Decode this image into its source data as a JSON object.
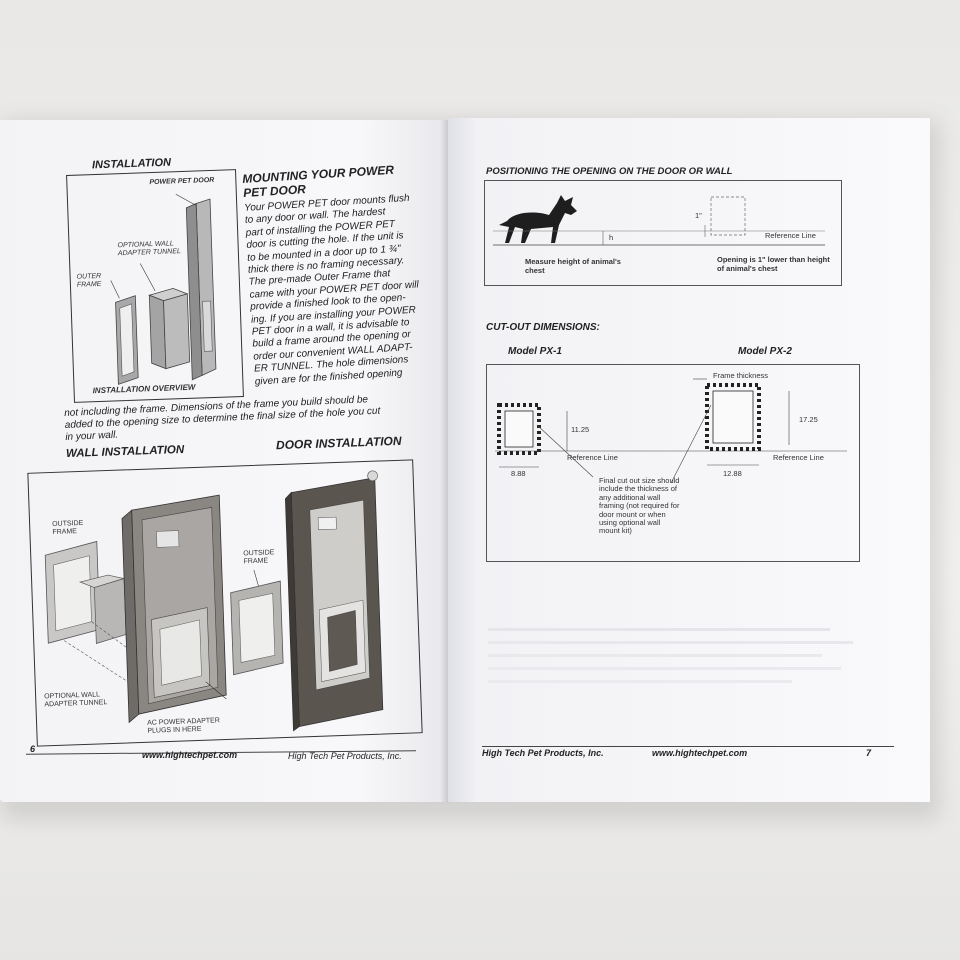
{
  "left_page": {
    "installation_heading": "INSTALLATION",
    "overview_caption": "INSTALLATION OVERVIEW",
    "overview_labels": {
      "power_pet_door": "POWER PET DOOR",
      "optional_tunnel": "OPTIONAL WALL ADAPTER TUNNEL",
      "outer_frame": "OUTER FRAME"
    },
    "mounting_title_line1": "MOUNTING YOUR POWER",
    "mounting_title_line2": "PET DOOR",
    "body_lines": [
      "Your POWER PET door mounts flush",
      "to any door or wall.  The hardest",
      "part of installing the POWER PET",
      "door is cutting the hole.  If the unit is",
      "to be mounted in a door up to 1 ¾\"",
      "thick there is no framing necessary.",
      "The pre-made Outer Frame that",
      "came with your POWER PET door will",
      "provide a finished look to the open-",
      "ing.  If you are installing your POWER",
      "PET door in a wall, it is advisable to",
      "build a frame around the opening or",
      "order our convenient WALL ADAPT-",
      "ER TUNNEL.  The hole dimensions",
      "given are for the finished opening"
    ],
    "body_tail_lines": [
      "not including the frame.  Dimensions of the frame you build should be",
      "added to the opening size to determine the final size of the hole you cut",
      "in your wall."
    ],
    "wall_installation_heading": "WALL INSTALLATION",
    "door_installation_heading": "DOOR INSTALLATION",
    "wall_labels": {
      "outside_frame": "OUTSIDE FRAME",
      "optional_tunnel": "OPTIONAL WALL ADAPTER TUNNEL",
      "ac_power": "AC POWER ADAPTER PLUGS IN HERE"
    },
    "door_labels": {
      "outside_frame": "OUTSIDE FRAME"
    },
    "footer": {
      "page_number": "6",
      "website": "www.hightechpet.com",
      "company": "High Tech Pet Products, Inc."
    }
  },
  "right_page": {
    "positioning_heading": "POSITIONING THE OPENING ON THE DOOR OR WALL",
    "positioning_labels": {
      "h": "h",
      "one_inch": "1\"",
      "reference_line": "Reference Line",
      "measure": "Measure height of animal's chest",
      "opening": "Opening is 1\" lower than height of animal's chest"
    },
    "cutout_heading": "CUT-OUT DIMENSIONS:",
    "model1": "Model PX-1",
    "model2": "Model PX-2",
    "cutout_labels": {
      "frame_thickness": "Frame thickness",
      "px1_height": "11.25",
      "px1_width": "8.88",
      "px2_height": "17.25",
      "px2_width": "12.88",
      "reference_line_1": "Reference Line",
      "reference_line_2": "Reference Line",
      "note": "Final cut out size should include the thickness of any additional wall framing (not required for door mount or when using optional wall mount kit)"
    },
    "footer": {
      "company": "High Tech Pet Products, Inc.",
      "website": "www.hightechpet.com",
      "page_number": "7"
    }
  }
}
